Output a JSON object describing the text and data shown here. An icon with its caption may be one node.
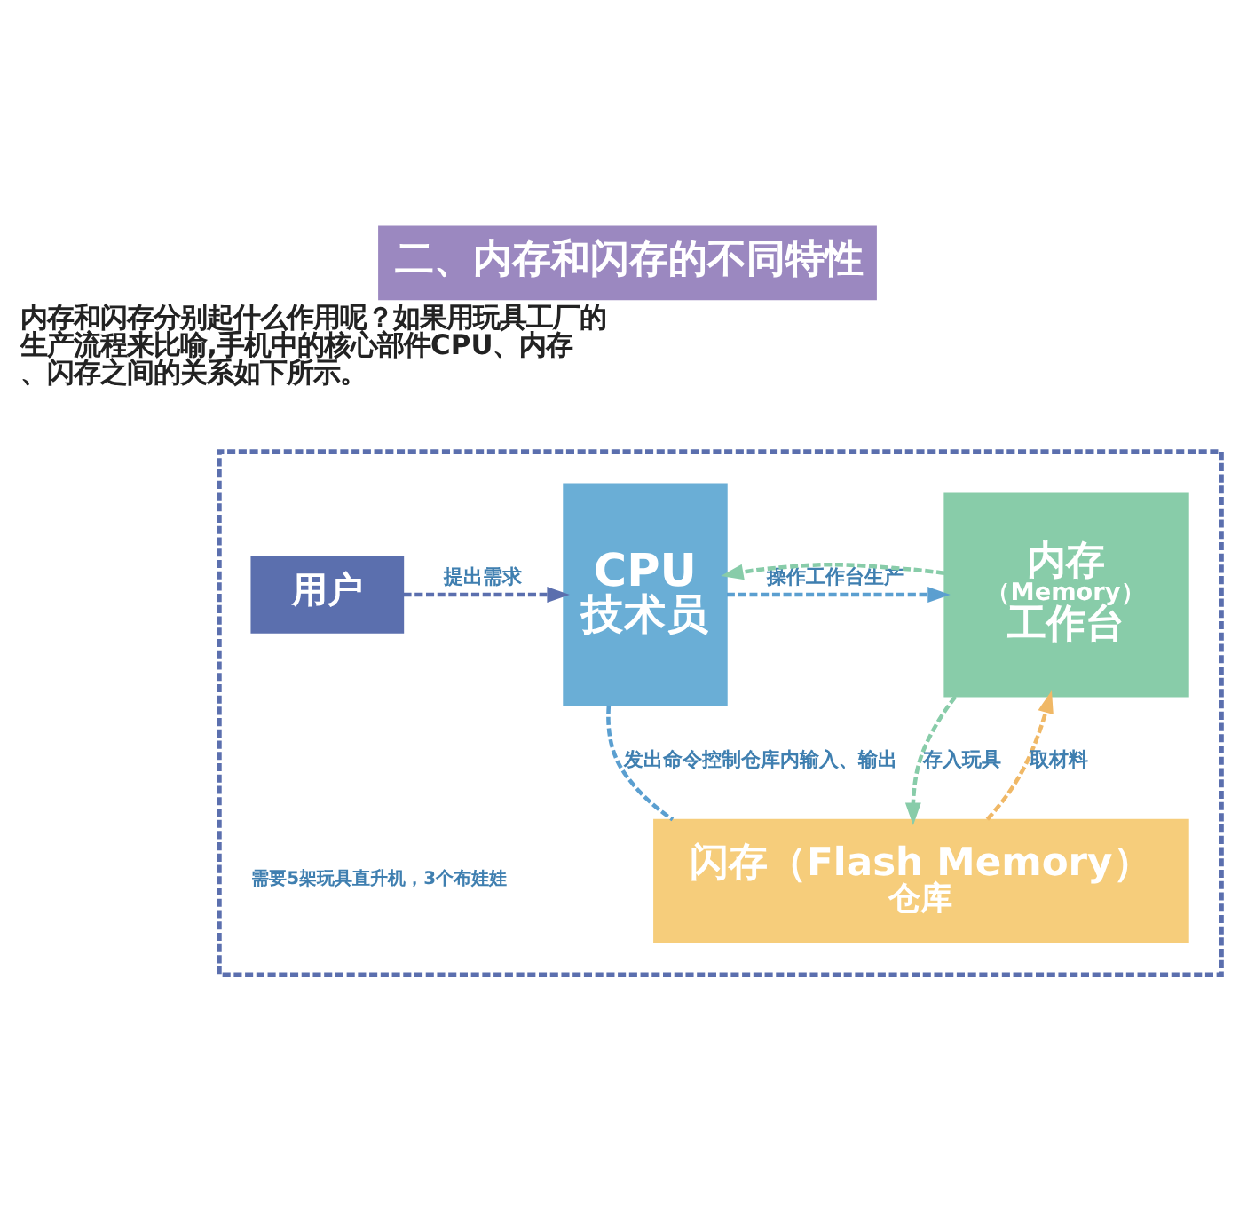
{
  "diagram": {
    "title": "二、内存和闪存的不同特性",
    "nodes": [
      {
        "text": [],
        "shape": "box"
      },
      {
        "text": [
          "用户"
        ],
        "in": 0
      },
      {
        "text": [
          "CPU",
          "技术员"
        ],
        "in": 0
      },
      {
        "text": [
          "内存",
          "（Memory）",
          "工作台"
        ],
        "in": 0
      },
      {
        "text": [
          "闪存（Flash Memory）",
          "仓库"
        ],
        "in": 0
      }
    ],
    "edges": [
      {
        "from": 1,
        "to": 2,
        "arrow": "to",
        "label": "提出需求",
        "style": "dashed",
        "color": "#5b6fae"
      },
      {
        "from": 2,
        "to": 3,
        "arrow": "to",
        "label": "操作工作台生产",
        "style": "dashed"
      },
      {
        "from": 3,
        "to": 2,
        "arrow": "to",
        "style": "dashed",
        "color": "#88cca9"
      },
      {
        "from": 2,
        "to": 4,
        "arrow": "none",
        "label": "发出命令控制仓库内输入、输出",
        "style": "dashed"
      },
      {
        "from": 4,
        "to": 3,
        "arrow": "to",
        "label": "取材料",
        "style": "dashed",
        "color": "#f0b866"
      },
      {
        "from": 3,
        "to": 4,
        "arrow": "to",
        "label": "存入玩具",
        "style": "dashed",
        "color": "#88cca9"
      }
    ],
    "labels": [
      "内存和闪存分别起什么作用呢？如果用玩具工厂的生产流程来比喻,手机中的核心部件CPU、内存、闪存之间的关系如下所示。",
      "需要5架玩具直升机，3个布娃娃"
    ]
  }
}
